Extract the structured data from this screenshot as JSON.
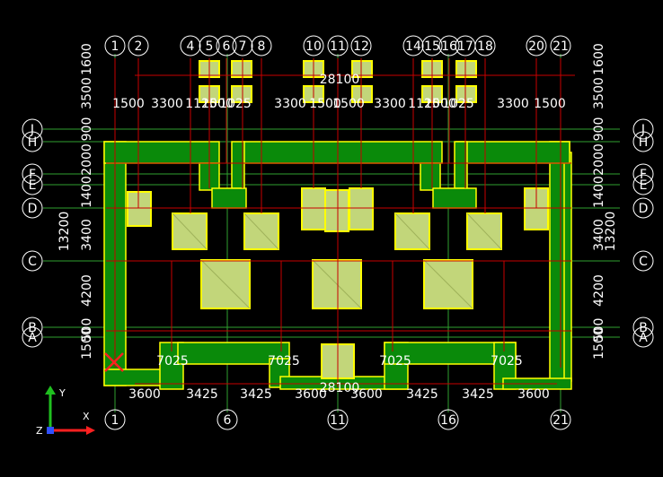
{
  "grid_top": [
    "1",
    "2",
    "4",
    "5",
    "6",
    "7",
    "8",
    "10",
    "11",
    "12",
    "14",
    "15",
    "16",
    "17",
    "18",
    "20",
    "21"
  ],
  "grid_bottom": [
    "1",
    "6",
    "11",
    "16",
    "21"
  ],
  "grid_rows": [
    "J",
    "H",
    "F",
    "E",
    "D",
    "C",
    "B",
    "A"
  ],
  "dims_top_total": "28100",
  "dims_top": [
    "1500",
    "3300",
    "1125",
    "1000",
    "1025",
    "3300",
    "1500",
    "1500",
    "3300",
    "1125",
    "1000",
    "1025",
    "3300",
    "1500"
  ],
  "dims_bottom_total": "28100",
  "dims_bottom": [
    "3600",
    "3425",
    "3425",
    "3600",
    "3600",
    "3425",
    "3425",
    "3600"
  ],
  "dims_wall": [
    "7025",
    "7025",
    "7025",
    "7025"
  ],
  "dims_left": [
    "1600",
    "3500",
    "900",
    "2000",
    "1400",
    "3400",
    "4200",
    "1500",
    "500"
  ],
  "dims_left_total": "13200",
  "dims_right": [
    "1600",
    "3500",
    "900",
    "2000",
    "1400",
    "3400",
    "4200",
    "1500",
    "500"
  ],
  "dims_right_total": "13200",
  "ucs": {
    "x": "X",
    "y": "Y",
    "z": "Z"
  },
  "colors": {
    "background": "#000000",
    "wall_fill": "#008000",
    "wall_edge": "#ffff00",
    "pad_fill": "#c8dc78",
    "grid_line": "#cc0000",
    "axis_line": "#3fbf3f"
  }
}
